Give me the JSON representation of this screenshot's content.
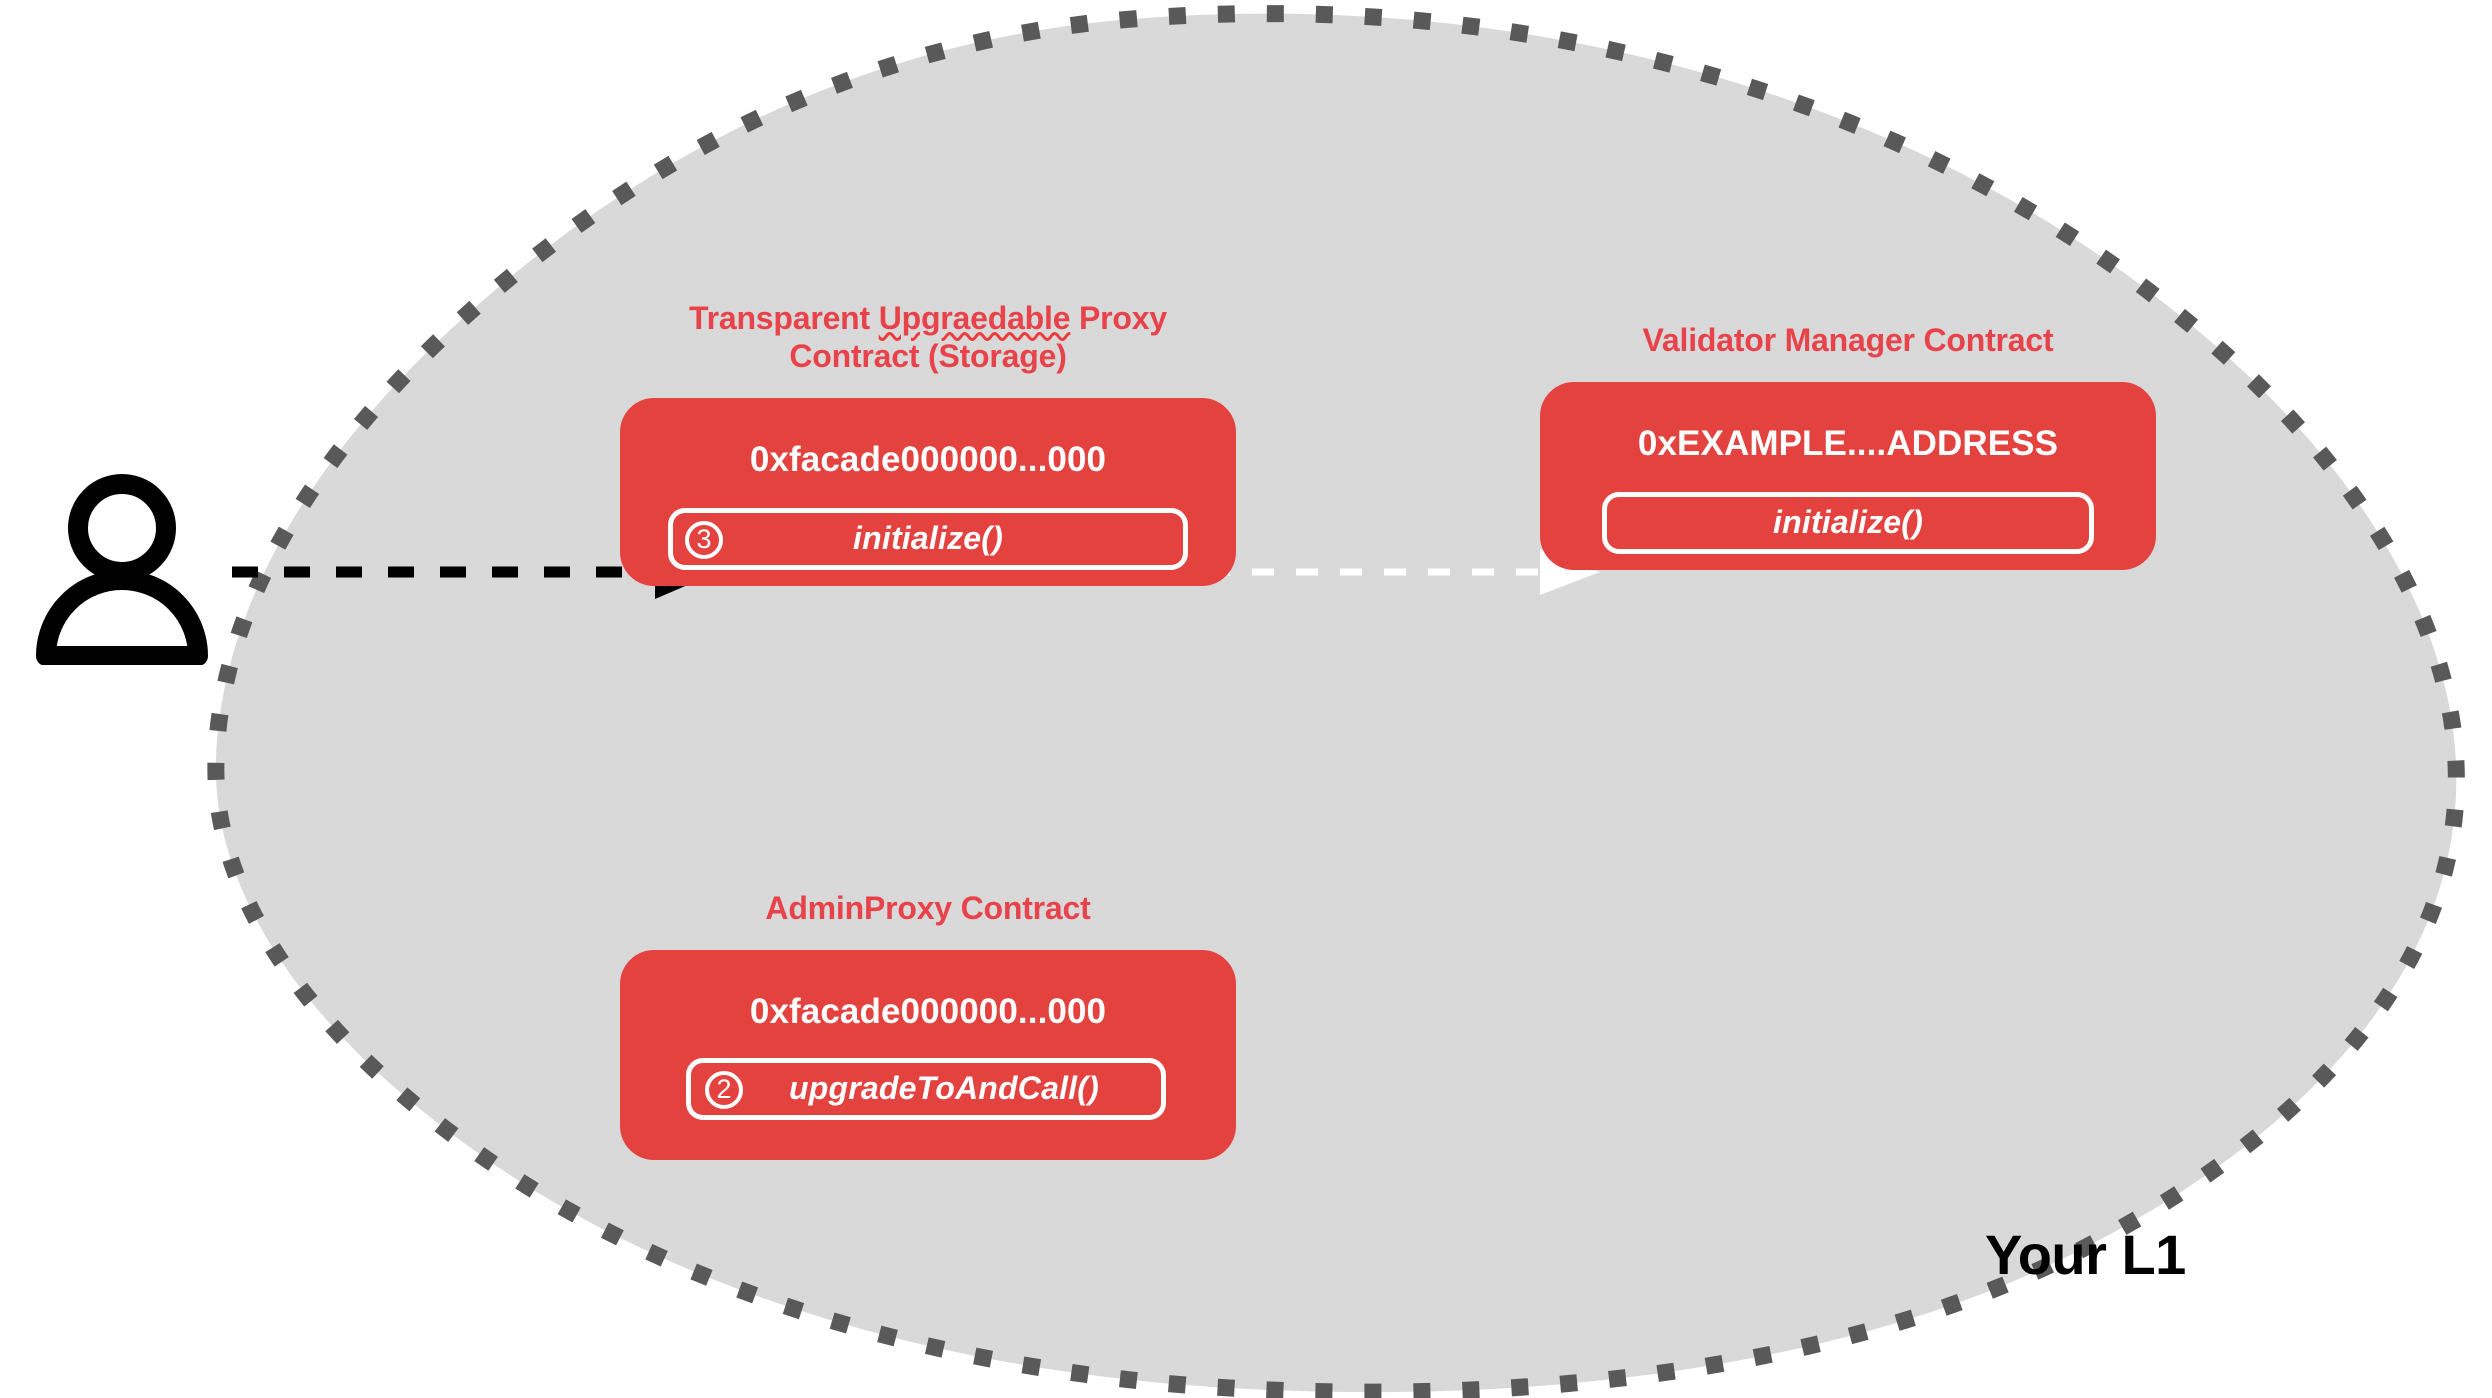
{
  "region": {
    "label": "Your L1",
    "fill_color": "#D9D9D9",
    "border_color": "#595959"
  },
  "actor": {
    "icon": "user-icon"
  },
  "arrows": [
    {
      "name": "user-to-proxy-arrow",
      "style": "dashed",
      "color": "#000000",
      "from": "user",
      "to": "proxy-initialize"
    },
    {
      "name": "proxy-to-validator-manager-arrow",
      "style": "dashed",
      "color": "#FFFFFF",
      "from": "proxy-initialize",
      "to": "validator-manager-initialize"
    }
  ],
  "contracts": [
    {
      "id": "proxy",
      "title_line1": "Transparent Upgraedable Proxy",
      "title_word_misspelled": "Upgraedable",
      "title_line2": "Contract (Storage)",
      "address": "0xfacade000000...000",
      "methods": [
        {
          "step": "3",
          "label": "initialize()"
        }
      ]
    },
    {
      "id": "validator-manager",
      "title_line1": "Validator Manager Contract",
      "title_line2": "",
      "address": "0xEXAMPLE....ADDRESS",
      "methods": [
        {
          "step": "",
          "label": "initialize()"
        }
      ]
    },
    {
      "id": "admin-proxy",
      "title_line1": "AdminProxy  Contract",
      "title_line2": "",
      "address": "0xfacade000000...000",
      "methods": [
        {
          "step": "2",
          "label": "upgradeToAndCall()"
        }
      ]
    }
  ],
  "colors": {
    "contract_fill": "#E4423F",
    "title_red": "#E8434B",
    "region_fill": "#D9D9D9",
    "region_border": "#595959",
    "text_white": "#FFFFFF",
    "text_black": "#000000"
  }
}
